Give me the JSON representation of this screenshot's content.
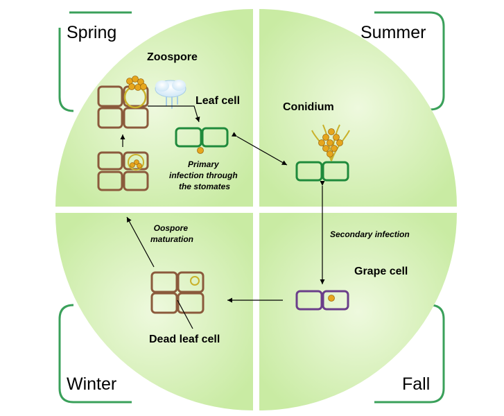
{
  "seasons": {
    "spring": "Spring",
    "summer": "Summer",
    "winter": "Winter",
    "fall": "Fall"
  },
  "labels": {
    "zoospore": "Zoospore",
    "leaf_cell": "Leaf cell",
    "conidium": "Conidium",
    "grape_cell": "Grape cell",
    "dead_leaf_cell": "Dead leaf cell"
  },
  "notes": {
    "primary_infection": [
      "Primary",
      "infection through",
      "the stomates"
    ],
    "secondary_infection": "Secondary infection",
    "oospore_maturation": [
      "Oospore",
      "maturation"
    ]
  },
  "colors": {
    "quadrant_fill": "#d6f2b4",
    "frame_stroke": "#3aa05a",
    "leaf_cell": "#1f8a3c",
    "brown_cell": "#8b5a3c",
    "grape_cell": "#6a3e8a",
    "spore": "#e6a61d"
  }
}
